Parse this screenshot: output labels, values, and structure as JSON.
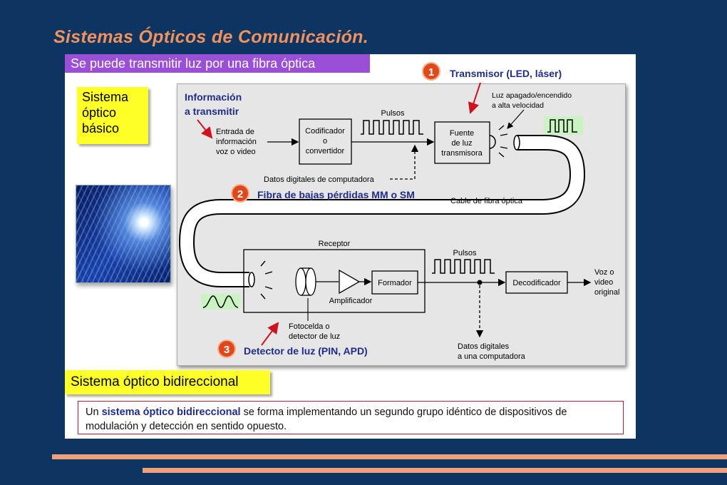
{
  "title": "Sistemas Ópticos de Comunicación.",
  "banner": "Se puede transmitir luz por una fibra óptica",
  "basic_box": [
    "Sistema",
    "óptico",
    "básico"
  ],
  "bidir_box": "Sistema óptico bidireccional",
  "description": {
    "prefix": "Un ",
    "bold": "sistema óptico bidireccional",
    "suffix": " se forma implementando un segundo grupo idéntico de dispositivos de modulación y detección en sentido opuesto."
  },
  "colors": {
    "background": "#0e3461",
    "title": "#f0925e",
    "banner": "#9b4fd6",
    "highlight": "#ffff28",
    "label_blue": "#1f2d8a",
    "badge": "#e0471a",
    "arrow_red": "#d0121e"
  },
  "diagram": {
    "info_label": [
      "Información",
      "a transmitir"
    ],
    "input_label": [
      "Entrada de",
      "información",
      "voz o video"
    ],
    "encoder": [
      "Codificador",
      "o",
      "convertidor"
    ],
    "pulses_top": "Pulsos",
    "source": [
      "Fuente",
      "de luz",
      "transmisora"
    ],
    "light_label": [
      "Luz apagado/encendido",
      "a alta velocidad"
    ],
    "computer_data": "Datos digitales de computadora",
    "cable": "Cable de fibra óptica",
    "receiver": "Receptor",
    "amplifier": "Amplificador",
    "shaper": "Formador",
    "pulses_bottom": "Pulsos",
    "decoder": "Decodificador",
    "output_label": [
      "Voz o",
      "video",
      "original"
    ],
    "photocell": [
      "Fotocelda o",
      "detector de luz"
    ],
    "data_out": [
      "Datos digitales",
      "a una computadora"
    ]
  },
  "callouts": [
    {
      "number": "1",
      "label": "Transmisor (LED, láser)"
    },
    {
      "number": "2",
      "label": "Fibra de bajas pérdidas MM o SM"
    },
    {
      "number": "3",
      "label": "Detector de luz (PIN, APD)"
    }
  ]
}
